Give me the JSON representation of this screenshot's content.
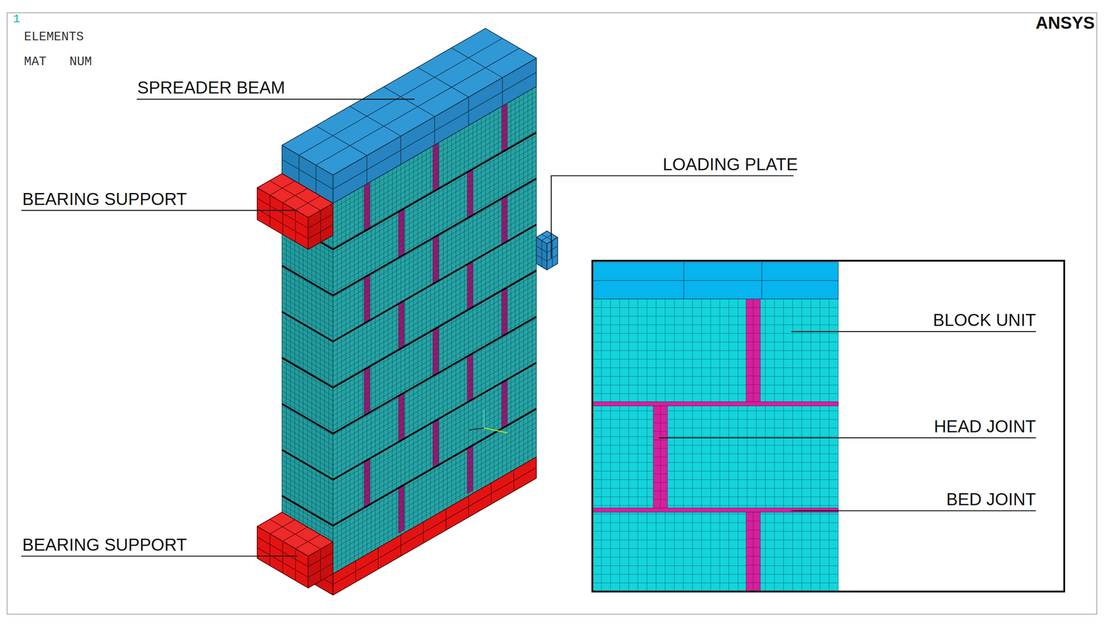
{
  "diagram": {
    "labels": [
      "1",
      "ELEMENTS",
      "MAT",
      "NUM",
      "ANSYS",
      "SPREADER BEAM",
      "BEARING SUPPORT",
      "LOADING PLATE",
      "BEARING SUPPORT",
      "BLOCK UNIT",
      "HEAD JOINT",
      "BED JOINT"
    ]
  }
}
